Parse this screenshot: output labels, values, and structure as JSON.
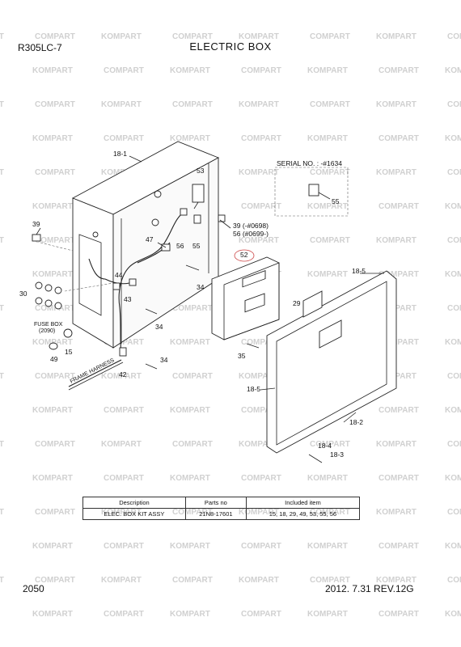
{
  "header": {
    "model": "R305LC-7",
    "title": "ELECTRIC BOX"
  },
  "footer": {
    "page_number": "2050",
    "revision": "2012. 7.31  REV.12G"
  },
  "watermark": {
    "brands": [
      "KOMPART",
      "COMPART"
    ]
  },
  "serial_note": {
    "label": "SERIAL NO. : -#1634"
  },
  "callouts": {
    "c18_1": "18-1",
    "c53": "53",
    "c39": "39",
    "c39_note": "39 (-#0698)",
    "c56_note": "56 (#0699-)",
    "c47": "47",
    "c56": "56",
    "c55": "55",
    "c55b": "55",
    "c52": "52",
    "c18_5": "18-5",
    "c18_5b": "18-5",
    "c44": "44",
    "c30": "30",
    "c43": "43",
    "c34a": "34",
    "c34b": "34",
    "c34c": "34",
    "c29": "29",
    "c35": "35",
    "c15": "15",
    "c49": "49",
    "c42": "42",
    "c18_2": "18-2",
    "c18_4": "18-4",
    "c18_3": "18-3",
    "fuse_box": "FUSE BOX",
    "fuse_box_no": "(2090)",
    "frame_harness": "FRAME HARNESS"
  },
  "parts_table": {
    "headers": [
      "Description",
      "Parts no",
      "Included item"
    ],
    "rows": [
      [
        "ELEC. BOX KIT ASSY",
        "21N8-17601",
        "15, 18, 29, 49, 53, 55, 56"
      ]
    ]
  }
}
